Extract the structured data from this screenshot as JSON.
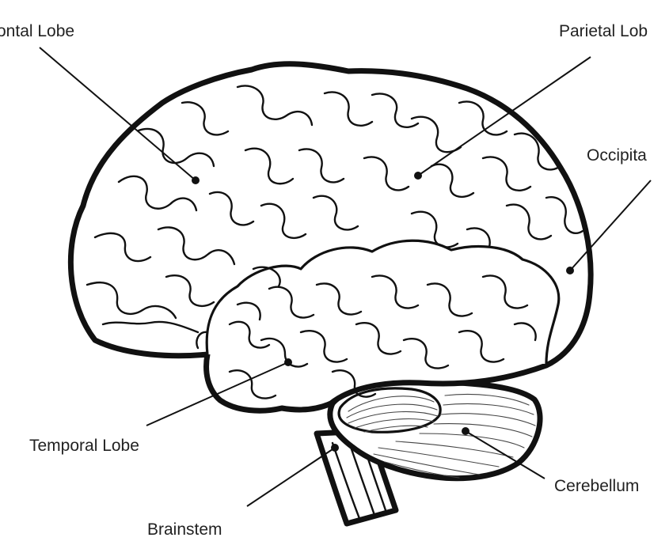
{
  "diagram": {
    "labels": {
      "frontal": "ontal Lobe",
      "parietal": "Parietal Lob",
      "occipital": "Occipita",
      "temporal": "Temporal Lobe",
      "cerebellum": "Cerebellum",
      "brainstem": "Brainstem"
    },
    "colors": {
      "ink": "#111111",
      "label": "#222222",
      "background": "#ffffff"
    }
  }
}
